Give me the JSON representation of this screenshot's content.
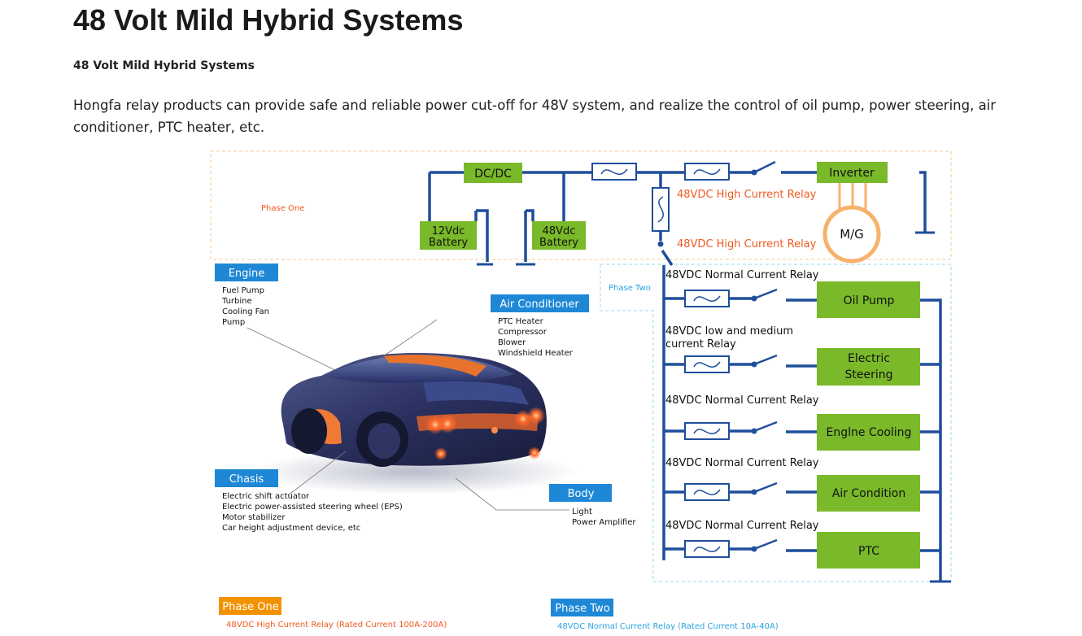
{
  "page": {
    "title": "48 Volt Mild Hybrid Systems",
    "subtitle": "48 Volt Mild Hybrid Systems",
    "intro": "Hongfa relay products can provide safe and reliable power cut-off for 48V system, and realize the control of oil pump, power steering, air conditioner, PTC heater, etc."
  },
  "diagram": {
    "phase_one_label": "Phase One",
    "phase_two_label": "Phase Two",
    "dcdc": "DC/DC",
    "battery_12": [
      "12Vdc",
      "Battery"
    ],
    "battery_48": [
      "48Vdc",
      "Battery"
    ],
    "inverter": "Inverter",
    "motor": "M/G",
    "high_relay_1": "48VDC High Current Relay",
    "high_relay_2": "48VDC High Current Relay",
    "branches": [
      {
        "relay": [
          "48VDC Normal Current Relay"
        ],
        "load": [
          "Oil Pump"
        ]
      },
      {
        "relay": [
          "48VDC low and medium",
          "current Relay"
        ],
        "load": [
          "Electric",
          "Steering"
        ]
      },
      {
        "relay": [
          "48VDC Normal Current Relay"
        ],
        "load": [
          "Englne Cooling"
        ]
      },
      {
        "relay": [
          "48VDC Normal Current Relay"
        ],
        "load": [
          "Air Condition"
        ]
      },
      {
        "relay": [
          "48VDC Normal Current Relay"
        ],
        "load": [
          "PTC"
        ]
      }
    ],
    "callouts": {
      "engine": {
        "title": "Engine",
        "items": [
          "Fuel Pump",
          "Turbine",
          "Cooling Fan",
          "Pump"
        ]
      },
      "air": {
        "title": "Air Conditioner",
        "items": [
          "PTC Heater",
          "Compressor",
          "Blower",
          "Windshield Heater"
        ]
      },
      "chasis": {
        "title": "Chasis",
        "items": [
          "Electric shift actuator",
          "Electric power-assisted steering wheel (EPS)",
          "Motor stabilizer",
          "Car height adjustment device, etc"
        ]
      },
      "body": {
        "title": "Body",
        "items": [
          "Light",
          "Power Amplifier"
        ]
      }
    },
    "legend": {
      "one_title": "Phase One",
      "one_desc": "48VDC High Current Relay (Rated Current 100A-200A)",
      "two_title": "Phase Two",
      "two_desc": "48VDC Normal Current Relay (Rated Current 10A-40A)"
    },
    "colors": {
      "wire": "#1f4e9c",
      "green_box": "#7ab929",
      "orange_text": "#f05a22",
      "orange_box": "#f39200",
      "blue_tag": "#1e88d6",
      "phase_two_text": "#29a3e0"
    }
  }
}
